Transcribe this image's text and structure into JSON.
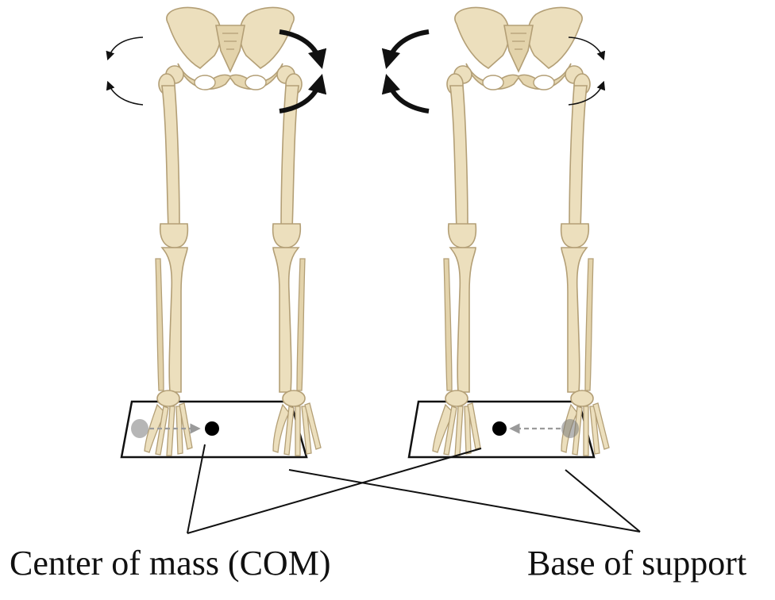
{
  "labels": {
    "center_of_mass": "Center of mass (COM)",
    "base_of_support": "Base of support"
  },
  "colors": {
    "bone": "#ecdfbd",
    "bone_outline": "#b39f76",
    "bone_shadow": "#cdb98f",
    "lines": "#111111",
    "shift_arrow": "#9a9a9a",
    "com_dot": "#000000"
  },
  "figures": [
    {
      "id": "left-figure",
      "com_shift_direction": "right",
      "strong_rotation_side": "right"
    },
    {
      "id": "right-figure",
      "com_shift_direction": "left",
      "strong_rotation_side": "left"
    }
  ]
}
